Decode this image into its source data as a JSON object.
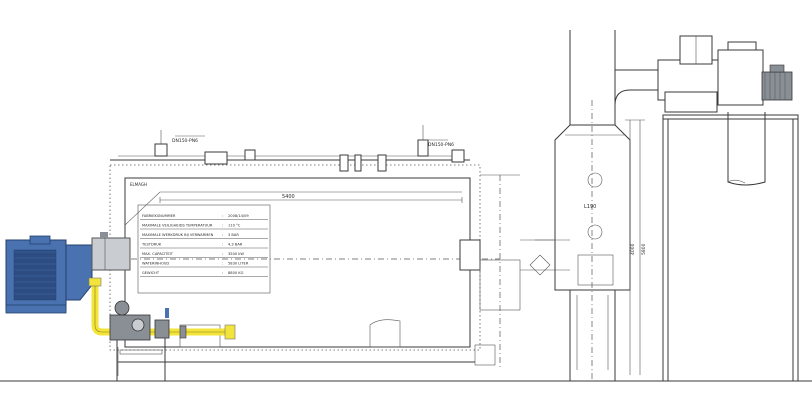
{
  "plate": {
    "rows": [
      {
        "label": "FABRIEKSNUMMER",
        "value": "2008/14/09"
      },
      {
        "label": "MAXIMALE VEILIGHEIDS TEMPERATUUR",
        "value": "110 °C"
      },
      {
        "label": "MAXIMALE WERKDRUK BIJ VERWARMEN",
        "value": "3 BAR"
      },
      {
        "label": "TESTDRUK",
        "value": "4,3 BAR"
      },
      {
        "label": "MAX. CAPACITEIT",
        "value": "3500 kW"
      },
      {
        "label": "WATERINHOUD",
        "value": "5830 LITER"
      },
      {
        "label": "GEWICHT",
        "value": "8800 KG"
      }
    ]
  },
  "labels": {
    "dn_left": "DN150-PN6",
    "dn_right": "DN150-PN6",
    "brand": "ELMAGH",
    "length": "5400",
    "economizer": "L190",
    "dim_a": "4000",
    "dim_b": "5800"
  },
  "colors": {
    "burner_blue": "#4a72b0",
    "burner_dark": "#2d4d82",
    "gas_yellow": "#f2e43a",
    "steel": "#8a8f96",
    "casing": "#c9ccd0"
  }
}
